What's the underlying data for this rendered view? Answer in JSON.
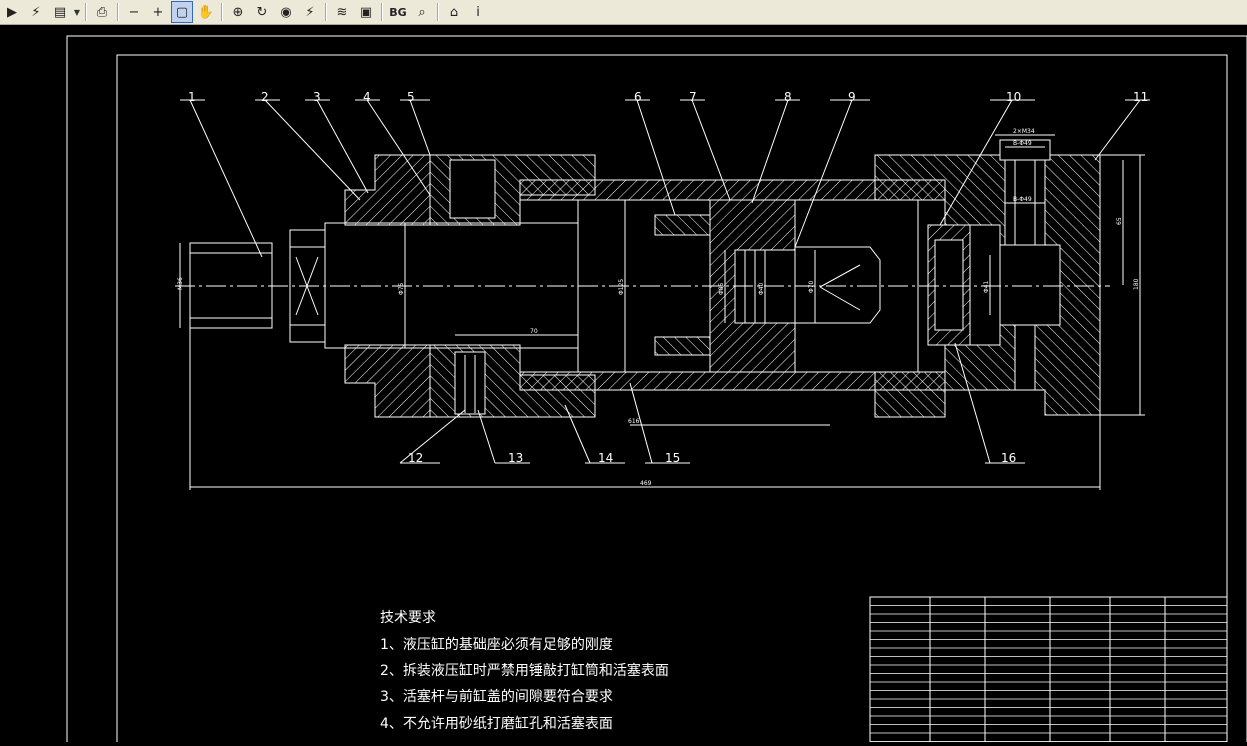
{
  "toolbar": {
    "buttons": [
      {
        "name": "play-icon",
        "glyph": "▶"
      },
      {
        "name": "pdf-icon",
        "glyph": "⚡"
      },
      {
        "name": "page-icon",
        "glyph": "▤"
      },
      {
        "name": "print-icon",
        "glyph": "⎙"
      },
      {
        "name": "zoom-out-icon",
        "glyph": "−"
      },
      {
        "name": "zoom-in-icon",
        "glyph": "+"
      },
      {
        "name": "zoom-window-icon",
        "glyph": "▢"
      },
      {
        "name": "pan-icon",
        "glyph": "✋"
      },
      {
        "name": "zoom-extents-icon",
        "glyph": "⊕"
      },
      {
        "name": "zoom-realtime-icon",
        "glyph": "↻"
      },
      {
        "name": "eye-icon",
        "glyph": "◉"
      },
      {
        "name": "measure-icon",
        "glyph": "⚡"
      },
      {
        "name": "layers-icon",
        "glyph": "≋"
      },
      {
        "name": "frame-icon",
        "glyph": "▣"
      },
      {
        "name": "bg-label",
        "glyph": "BG"
      },
      {
        "name": "find-icon",
        "glyph": "⌕"
      },
      {
        "name": "home-icon",
        "glyph": "⌂"
      },
      {
        "name": "info-icon",
        "glyph": "i"
      }
    ]
  },
  "drawing": {
    "part_numbers_top": [
      "1",
      "2",
      "3",
      "4",
      "5",
      "6",
      "7",
      "8",
      "9",
      "10",
      "11"
    ],
    "part_numbers_bottom": [
      "12",
      "13",
      "14",
      "15",
      "16"
    ],
    "dims": {
      "overall": "469",
      "inner_length": "616",
      "bore_length": "70",
      "height": "180",
      "height2": "65",
      "top1": "2×M34",
      "top2": "B-Φ49",
      "mid1": "B-Φ49",
      "left_thread": "M36",
      "rod_d": "Φ75",
      "bore_d": "Φ125",
      "piston_d": "Φ85",
      "seal_d": "Φ40",
      "plug_d": "Φ70",
      "end_d": "Φ41"
    }
  },
  "tech_req": {
    "title": "技术要求",
    "items": [
      "1、液压缸的基础座必须有足够的刚度",
      "2、拆装液压缸时严禁用锤敲打缸筒和活塞表面",
      "3、活塞杆与前缸盖的间隙要符合要求",
      "4、不允许用砂纸打磨缸孔和活塞表面"
    ]
  },
  "colors": {
    "line": "#ffffff",
    "background": "#000000",
    "toolbar": "#ece9d8"
  }
}
